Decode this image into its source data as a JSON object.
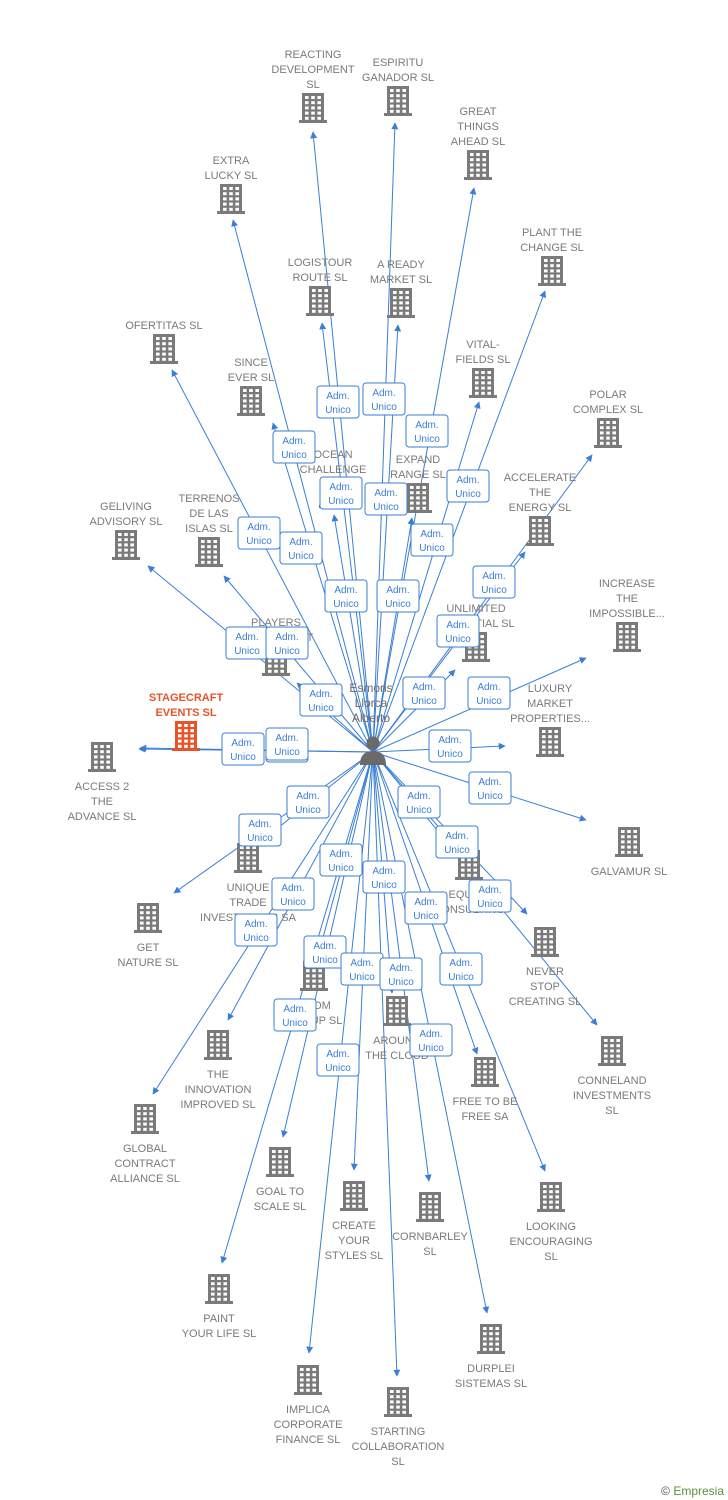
{
  "person": {
    "label_lines": [
      "Esmoris",
      "Llorca",
      "Alberto"
    ]
  },
  "focus_company": {
    "label_lines": [
      "STAGECRAFT",
      "EVENTS  SL"
    ]
  },
  "badge": {
    "line1": "Adm.",
    "line2": "Unico"
  },
  "companies": [
    {
      "id": "reacting",
      "label_lines": [
        "REACTING",
        "DEVELOPMENT",
        "SL"
      ]
    },
    {
      "id": "espiritu",
      "label_lines": [
        "ESPIRITU",
        "GANADOR SL"
      ]
    },
    {
      "id": "great",
      "label_lines": [
        "GREAT",
        "THINGS",
        "AHEAD  SL"
      ]
    },
    {
      "id": "extra",
      "label_lines": [
        "EXTRA",
        "LUCKY  SL"
      ]
    },
    {
      "id": "plant",
      "label_lines": [
        "PLANT THE",
        "CHANGE  SL"
      ]
    },
    {
      "id": "logistour",
      "label_lines": [
        "LOGISTOUR",
        "ROUTE  SL"
      ]
    },
    {
      "id": "aready",
      "label_lines": [
        "A READY",
        "MARKET  SL"
      ]
    },
    {
      "id": "ofertitas",
      "label_lines": [
        "OFERTITAS  SL"
      ]
    },
    {
      "id": "vital",
      "label_lines": [
        "VITAL-",
        "FIELDS  SL"
      ]
    },
    {
      "id": "since",
      "label_lines": [
        "SINCE",
        "EVER  SL"
      ]
    },
    {
      "id": "polar",
      "label_lines": [
        "POLAR",
        "COMPLEX  SL"
      ]
    },
    {
      "id": "ocean",
      "label_lines": [
        "OCEAN",
        "CHALLENGE"
      ]
    },
    {
      "id": "expand",
      "label_lines": [
        "EXPAND",
        "RANGE  SL"
      ]
    },
    {
      "id": "accelerate",
      "label_lines": [
        "ACCELERATE",
        "THE",
        "ENERGY  SL"
      ]
    },
    {
      "id": "geliving",
      "label_lines": [
        "GELIVING",
        "ADVISORY  SL"
      ]
    },
    {
      "id": "terrenos",
      "label_lines": [
        "TERRENOS",
        "DE LAS",
        "ISLAS  SL"
      ]
    },
    {
      "id": "increase",
      "label_lines": [
        "INCREASE",
        "THE",
        "IMPOSSIBLE..."
      ]
    },
    {
      "id": "players",
      "label_lines": [
        "PLAYERS",
        "DEPARTMENT"
      ]
    },
    {
      "id": "unlimited",
      "label_lines": [
        "UNLIMITED",
        "POTENTIAL  SL"
      ]
    },
    {
      "id": "luxury",
      "label_lines": [
        "LUXURY",
        "MARKET",
        "PROPERTIES..."
      ]
    },
    {
      "id": "access",
      "label_lines": [
        "ACCESS 2",
        "THE",
        "ADVANCE  SL"
      ]
    },
    {
      "id": "galvamur",
      "label_lines": [
        "GALVAMUR  SL"
      ]
    },
    {
      "id": "unique",
      "label_lines": [
        "UNIQUE",
        "TRADE",
        "INVESTMENTS SA"
      ]
    },
    {
      "id": "equity",
      "label_lines": [
        "EQUITY",
        "CONSULTING"
      ]
    },
    {
      "id": "get",
      "label_lines": [
        "GET",
        "NATURE  SL"
      ]
    },
    {
      "id": "never",
      "label_lines": [
        "NEVER",
        "STOP",
        "CREATING  SL"
      ]
    },
    {
      "id": "boom",
      "label_lines": [
        "BOOM",
        "GROUP  SL"
      ]
    },
    {
      "id": "around",
      "label_lines": [
        "AROUND",
        "THE CLOUD"
      ]
    },
    {
      "id": "conneland",
      "label_lines": [
        "CONNELAND",
        "INVESTMENTS",
        "SL"
      ]
    },
    {
      "id": "innovation",
      "label_lines": [
        "THE",
        "INNOVATION",
        "IMPROVED  SL"
      ]
    },
    {
      "id": "free",
      "label_lines": [
        "FREE TO BE",
        "FREE SA"
      ]
    },
    {
      "id": "global",
      "label_lines": [
        "GLOBAL",
        "CONTRACT",
        "ALLIANCE  SL"
      ]
    },
    {
      "id": "goal",
      "label_lines": [
        "GOAL TO",
        "SCALE  SL"
      ]
    },
    {
      "id": "create",
      "label_lines": [
        "CREATE",
        "YOUR",
        "STYLES  SL"
      ]
    },
    {
      "id": "cornbarley",
      "label_lines": [
        "CORNBARLEY",
        "SL"
      ]
    },
    {
      "id": "looking",
      "label_lines": [
        "LOOKING",
        "ENCOURAGING",
        "SL"
      ]
    },
    {
      "id": "paint",
      "label_lines": [
        "PAINT",
        "YOUR LIFE  SL"
      ]
    },
    {
      "id": "durplei",
      "label_lines": [
        "DURPLEI",
        "SISTEMAS  SL"
      ]
    },
    {
      "id": "implica",
      "label_lines": [
        "IMPLICA",
        "CORPORATE",
        "FINANCE  SL"
      ]
    },
    {
      "id": "starting",
      "label_lines": [
        "STARTING",
        "COLLABORATION",
        "SL"
      ]
    }
  ],
  "credit": {
    "symbol": "©",
    "brand": "Empresia"
  },
  "colors": {
    "edge": "#3a7fd5",
    "building": "#7a7a7a",
    "focus": "#e8542a",
    "person": "#6a6a6a"
  }
}
